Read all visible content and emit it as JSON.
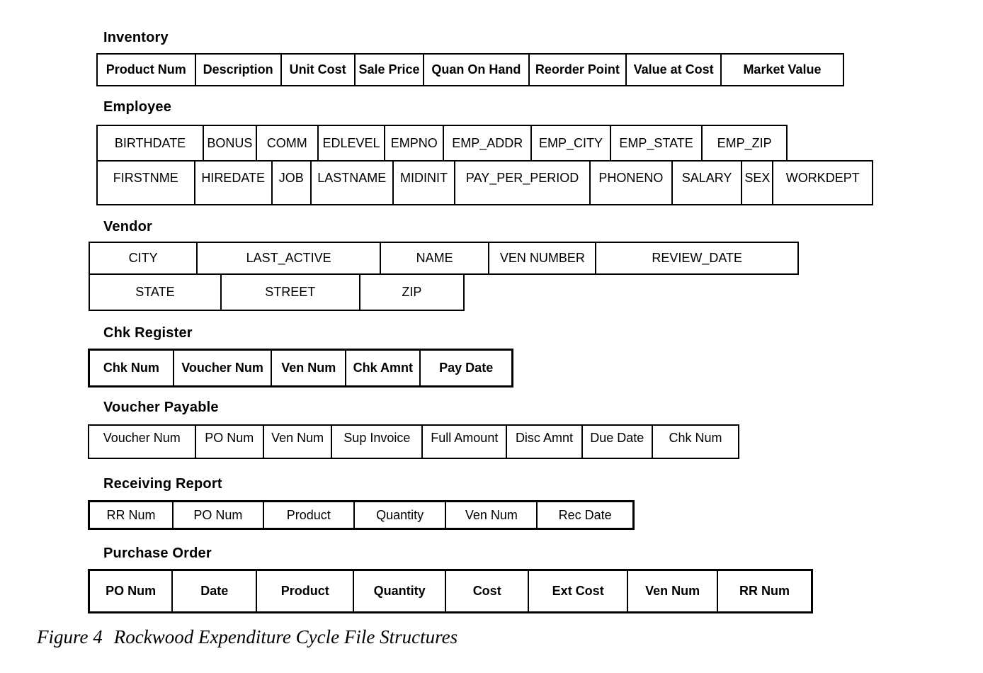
{
  "tables": [
    {
      "name": "Inventory",
      "rows": [
        [
          "Product Num",
          "Description",
          "Unit Cost",
          "Sale Price",
          "Quan On Hand",
          "Reorder Point",
          "Value at Cost",
          "Market Value"
        ]
      ]
    },
    {
      "name": "Employee",
      "rows": [
        [
          "BIRTHDATE",
          "BONUS",
          "COMM",
          "EDLEVEL",
          "EMPNO",
          "EMP_ADDR",
          "EMP_CITY",
          "EMP_STATE",
          "EMP_ZIP"
        ],
        [
          "FIRSTNME",
          "HIREDATE",
          "JOB",
          "LASTNAME",
          "MIDINIT",
          "PAY_PER_PERIOD",
          "PHONENO",
          "SALARY",
          "SEX",
          "WORKDEPT"
        ]
      ]
    },
    {
      "name": "Vendor",
      "rows": [
        [
          "CITY",
          "LAST_ACTIVE",
          "NAME",
          "VEN NUMBER",
          "REVIEW_DATE"
        ],
        [
          "STATE",
          "STREET",
          "ZIP"
        ]
      ]
    },
    {
      "name": "Chk Register",
      "rows": [
        [
          "Chk Num",
          "Voucher Num",
          "Ven Num",
          "Chk Amnt",
          "Pay Date"
        ]
      ]
    },
    {
      "name": "Voucher Payable",
      "rows": [
        [
          "Voucher Num",
          "PO Num",
          "Ven Num",
          "Sup Invoice",
          "Full Amount",
          "Disc Amnt",
          "Due Date",
          "Chk Num"
        ]
      ]
    },
    {
      "name": "Receiving Report",
      "rows": [
        [
          "RR Num",
          "PO Num",
          "Product",
          "Quantity",
          "Ven Num",
          "Rec Date"
        ]
      ]
    },
    {
      "name": "Purchase Order",
      "rows": [
        [
          "PO Num",
          "Date",
          "Product",
          "Quantity",
          "Cost",
          "Ext Cost",
          "Ven Num",
          "RR Num"
        ]
      ]
    }
  ],
  "caption": {
    "label": "Figure 4",
    "title": "Rockwood Expenditure Cycle File Structures"
  },
  "colors": {
    "line": "#000000",
    "background": "#ffffff",
    "text": "#000000"
  }
}
